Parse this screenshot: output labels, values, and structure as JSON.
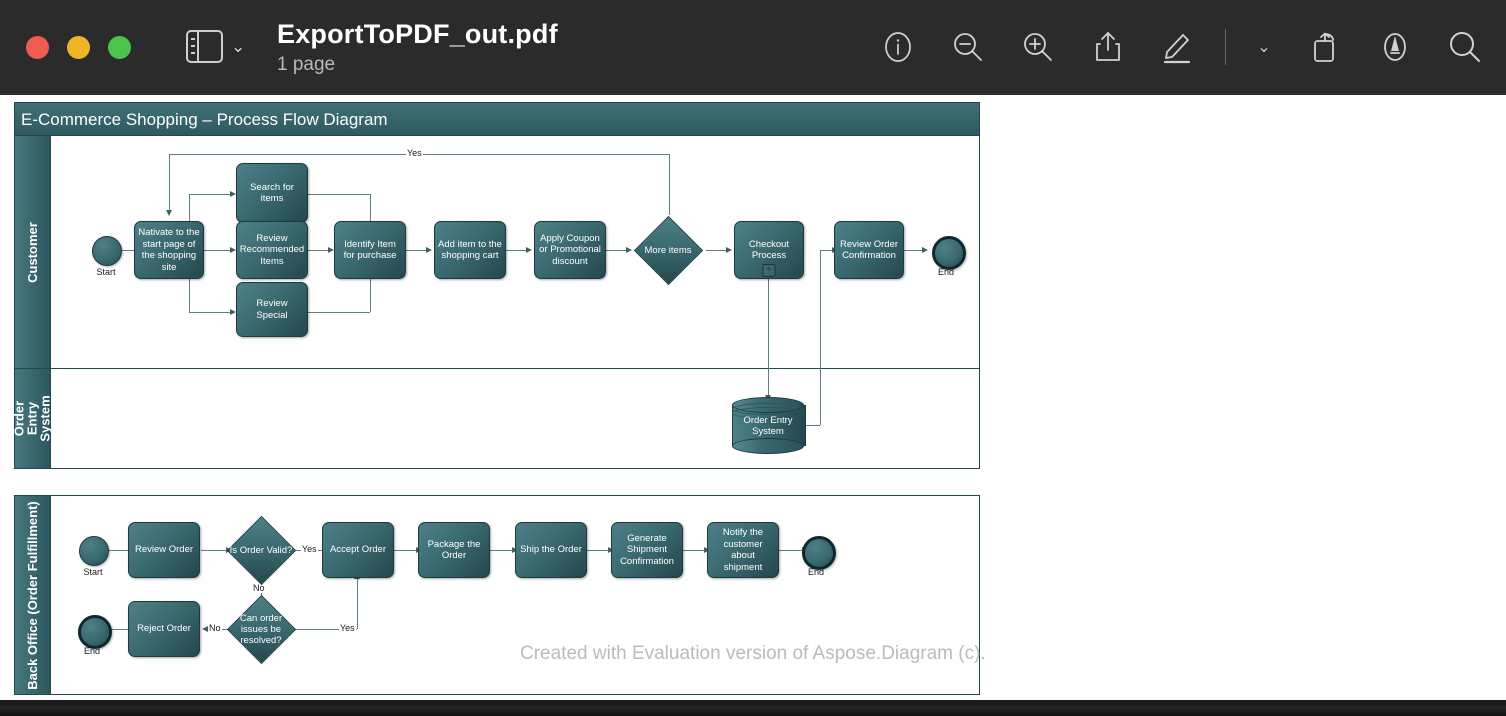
{
  "window": {
    "title": "ExportToPDF_out.pdf",
    "subtitle": "1 page",
    "traffic_lights": [
      "close",
      "minimize",
      "zoom"
    ],
    "sidebar_toggle": "sidebar-icon",
    "toolbar": [
      {
        "name": "info-icon",
        "label": "Info"
      },
      {
        "name": "zoom-out-icon",
        "label": "Zoom Out"
      },
      {
        "name": "zoom-in-icon",
        "label": "Zoom In"
      },
      {
        "name": "share-icon",
        "label": "Share"
      },
      {
        "name": "markup-pen-icon",
        "label": "Show Markup Toolbar"
      },
      {
        "name": "chevron-down-icon",
        "label": "More"
      },
      {
        "name": "rotate-icon",
        "label": "Rotate"
      },
      {
        "name": "annotate-icon",
        "label": "Annotate"
      },
      {
        "name": "search-icon",
        "label": "Search"
      }
    ]
  },
  "colors": {
    "titlebar_bg": "#2b2b2b",
    "node_fill_light": "#4e8088",
    "node_fill_dark": "#24474d",
    "lane_header": "#2f5960",
    "connector": "#5d7f84",
    "watermark": "#b7bcbd"
  },
  "document": {
    "diagram1": {
      "header_title": "E-Commerce Shopping – Process Flow Diagram",
      "lanes": [
        {
          "label": "Customer"
        },
        {
          "label": "Order Entry System"
        }
      ],
      "nodes": [
        {
          "id": "start",
          "type": "start-event",
          "label": "Start"
        },
        {
          "id": "navigate",
          "type": "task",
          "label": "Nativate to the start page of the shopping site"
        },
        {
          "id": "search",
          "type": "task",
          "label": "Search for items"
        },
        {
          "id": "recommended",
          "type": "task",
          "label": "Review Recommended Items"
        },
        {
          "id": "special",
          "type": "task",
          "label": "Review Special"
        },
        {
          "id": "identify",
          "type": "task",
          "label": "Identify Item for purchase"
        },
        {
          "id": "addcart",
          "type": "task",
          "label": "Add item to the shopping cart"
        },
        {
          "id": "coupon",
          "type": "task",
          "label": "Apply Coupon or Promotional discount"
        },
        {
          "id": "moreitems",
          "type": "decision",
          "label": "More items"
        },
        {
          "id": "checkout",
          "type": "subprocess",
          "label": "Checkout Process",
          "marker": "+"
        },
        {
          "id": "confirmation",
          "type": "task",
          "label": "Review Order Confirmation"
        },
        {
          "id": "end",
          "type": "end-event",
          "label": "End"
        },
        {
          "id": "oes",
          "type": "database",
          "label": "Order Entry System"
        }
      ],
      "edge_labels": [
        {
          "id": "yes-loop",
          "label": "Yes"
        }
      ]
    },
    "diagram2": {
      "lanes": [
        {
          "label": "Back Office (Order Fulfillment)"
        }
      ],
      "nodes": [
        {
          "id": "bstart",
          "type": "start-event",
          "label": "Start"
        },
        {
          "id": "review",
          "type": "task",
          "label": "Review Order"
        },
        {
          "id": "valid",
          "type": "decision",
          "label": "Is Order Valid?"
        },
        {
          "id": "accept",
          "type": "task",
          "label": "Accept Order"
        },
        {
          "id": "package",
          "type": "task",
          "label": "Package the Order"
        },
        {
          "id": "ship",
          "type": "task",
          "label": "Ship the Order"
        },
        {
          "id": "genconf",
          "type": "task",
          "label": "Generate Shipment Confirmation"
        },
        {
          "id": "notify",
          "type": "task",
          "label": "Notify the customer about shipment"
        },
        {
          "id": "bend",
          "type": "end-event",
          "label": "End"
        },
        {
          "id": "resolve",
          "type": "decision",
          "label": "Can order issues be resolved?"
        },
        {
          "id": "reject",
          "type": "task",
          "label": "Reject Order"
        },
        {
          "id": "rend",
          "type": "end-event",
          "label": "End"
        }
      ],
      "edge_labels": [
        {
          "id": "valid-yes",
          "label": "Yes"
        },
        {
          "id": "valid-no",
          "label": "No"
        },
        {
          "id": "resolve-no",
          "label": "No"
        },
        {
          "id": "resolve-yes",
          "label": "Yes"
        }
      ]
    },
    "watermark": "Created with Evaluation version of Aspose.Diagram (c)."
  }
}
